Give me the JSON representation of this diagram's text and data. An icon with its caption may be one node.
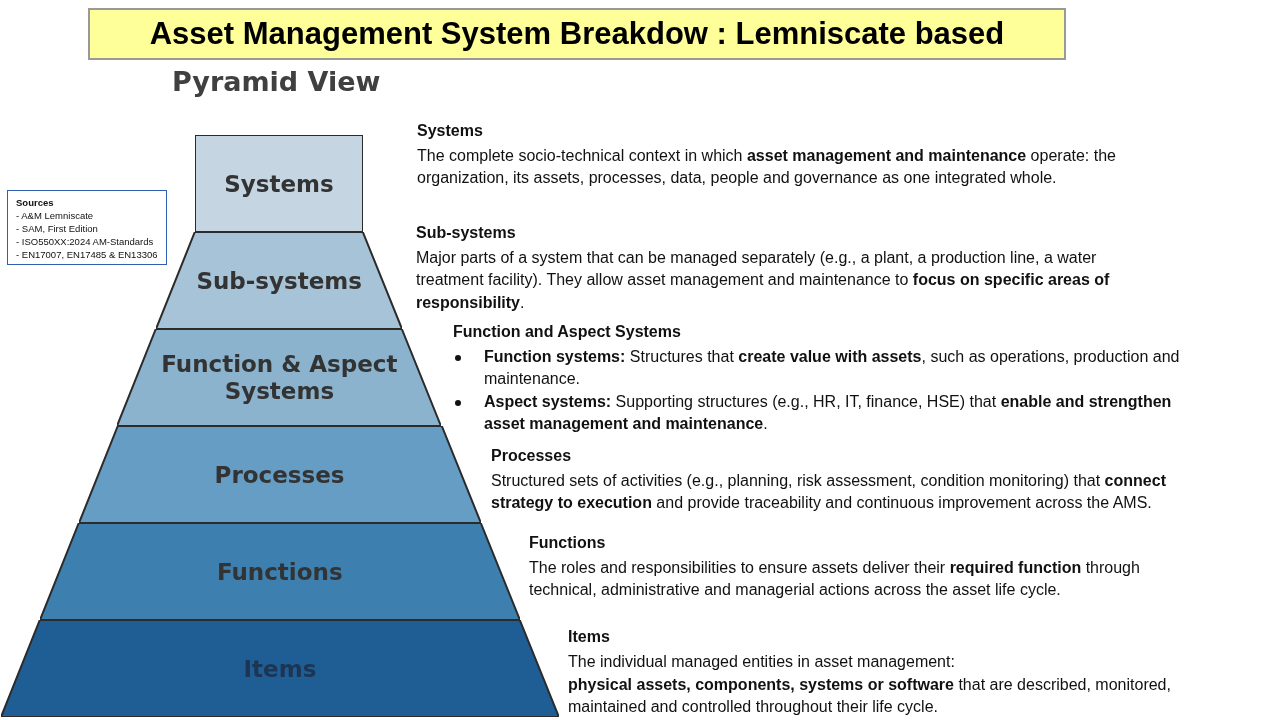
{
  "diagram": {
    "title": "Asset Management System Breakdow : Lemniscate based",
    "nodes": [
      {
        "text": [
          "Systems"
        ],
        "beside": [
          "Systems",
          "The complete socio-technical context in which **asset management and maintenance** operate: the organization, its assets, processes, data, people and governance as one integrated whole."
        ]
      },
      {
        "text": [
          "Sub-systems"
        ],
        "beside": [
          "Sub-systems",
          "Major parts of a system that can be managed separately (e.g., a plant, a production line, a water treatment facility). They allow asset management and maintenance to **focus on specific areas of responsibility**."
        ]
      },
      {
        "text": [
          "Function & Aspect Systems"
        ],
        "beside": [
          "Function and Aspect Systems",
          "**Function systems:** Structures that **create value with assets**, such as operations, production and maintenance.",
          "**Aspect systems:** Supporting structures (e.g., HR, IT, finance, HSE) that **enable and strengthen asset management and maintenance**."
        ]
      },
      {
        "text": [
          "Processes"
        ],
        "beside": [
          "Processes",
          "Structured sets of activities (e.g., planning, risk assessment, condition monitoring) that **connect strategy to execution** and provide traceability and continuous improvement across the AMS."
        ]
      },
      {
        "text": [
          "Functions"
        ],
        "beside": [
          "Functions",
          "The roles and responsibilities to ensure assets deliver their **required function** through technical, administrative and managerial actions across the asset life cycle."
        ]
      },
      {
        "text": [
          "Items"
        ],
        "beside": [
          "Items",
          "The individual managed entities in asset management:",
          "**physical assets, components, systems or software** that are described, monitored, maintained and controlled throughout their life cycle."
        ]
      },
      {
        "text": [
          "Sources",
          "- A&M Lemniscate",
          "- SAM, First Edition",
          "- ISO550XX:2024 AM-Standards",
          "- EN17007, EN17485 & EN13306"
        ]
      }
    ],
    "edges": [],
    "labels": [
      "Pyramid View"
    ]
  }
}
